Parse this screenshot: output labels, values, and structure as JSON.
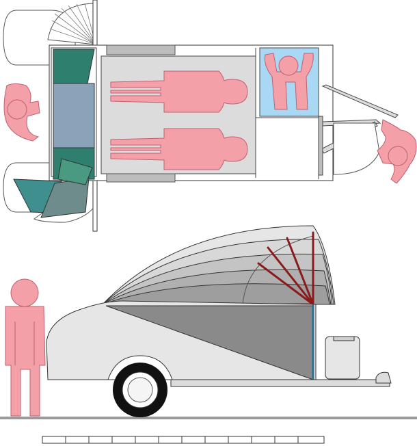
{
  "diagram": {
    "views": [
      "top-view",
      "side-view"
    ],
    "top_view": {
      "occupants_sleeping": 2,
      "occupants_seated": 1,
      "occupants_outside": 2,
      "doors": 2
    },
    "side_view": {
      "canopy_open_positions": 5,
      "wheel_count": 1
    },
    "scale_bar": {
      "segments": 12
    },
    "colors": {
      "person": "#f4a0a8",
      "person_stroke": "#c06070",
      "mattress": "#dcdcdc",
      "seat_blue": "#a9d8f5",
      "door_green": "#2f7f6f",
      "door_teal": "#3f8f8f",
      "door_steel": "#8aa3b8",
      "canopy_light": "#e6e6e6",
      "canopy_dark": "#8a8a8a",
      "hinge_rod": "#8b1a1a",
      "pivot_rod": "#2a6f8f",
      "wheel": "#111111"
    }
  }
}
